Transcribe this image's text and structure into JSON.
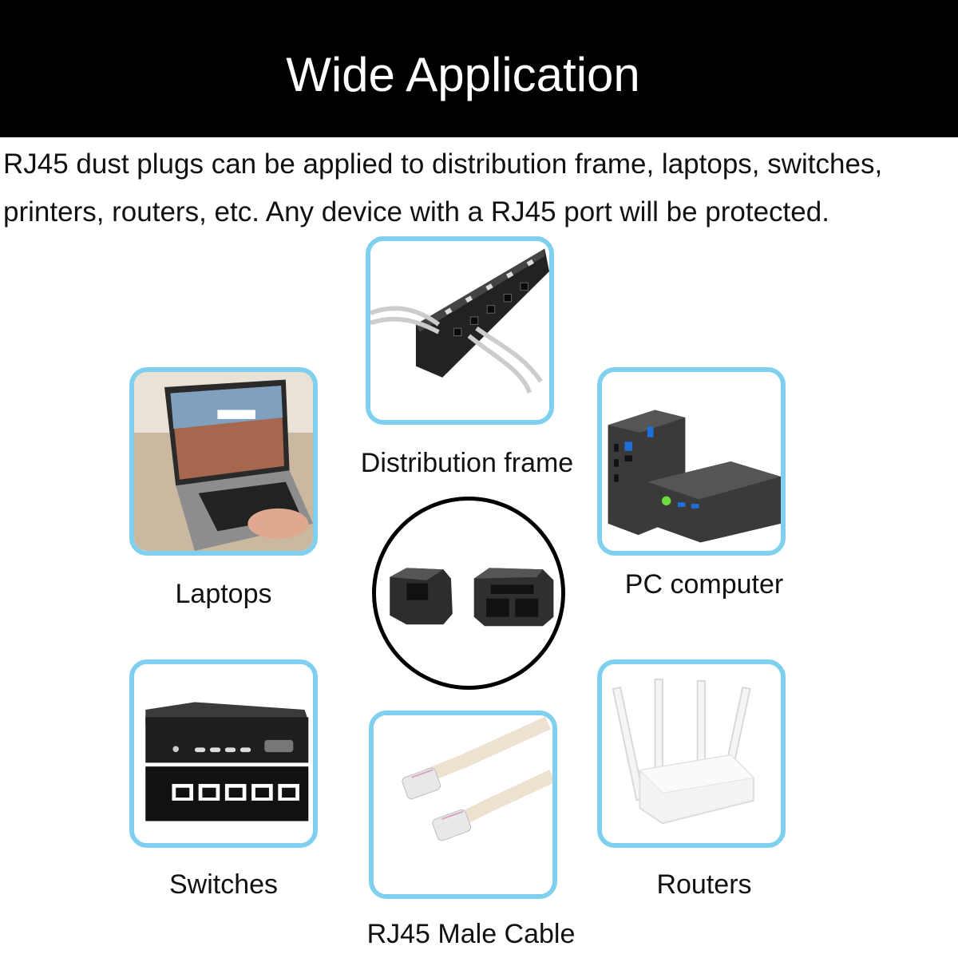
{
  "header": {
    "title": "Wide Application"
  },
  "description": {
    "line1": "RJ45 dust plugs can be applied to distribution frame, laptops, switches,",
    "line2": "printers, routers, etc. Any device with a RJ45 port will be protected."
  },
  "applications": [
    {
      "label": "Distribution frame",
      "icon": "patch-panel-icon"
    },
    {
      "label": "Laptops",
      "icon": "laptop-icon"
    },
    {
      "label": "PC computer",
      "icon": "mini-pc-icon"
    },
    {
      "label": "Switches",
      "icon": "network-switch-icon"
    },
    {
      "label": "RJ45 Male Cable",
      "icon": "rj45-cable-icon"
    },
    {
      "label": "Routers",
      "icon": "router-icon"
    }
  ],
  "center_product": {
    "icon": "rj45-dust-plug-icon"
  },
  "colors": {
    "card_border": "#7fd0ee",
    "banner": "#000000",
    "banner_text": "#ffffff"
  }
}
